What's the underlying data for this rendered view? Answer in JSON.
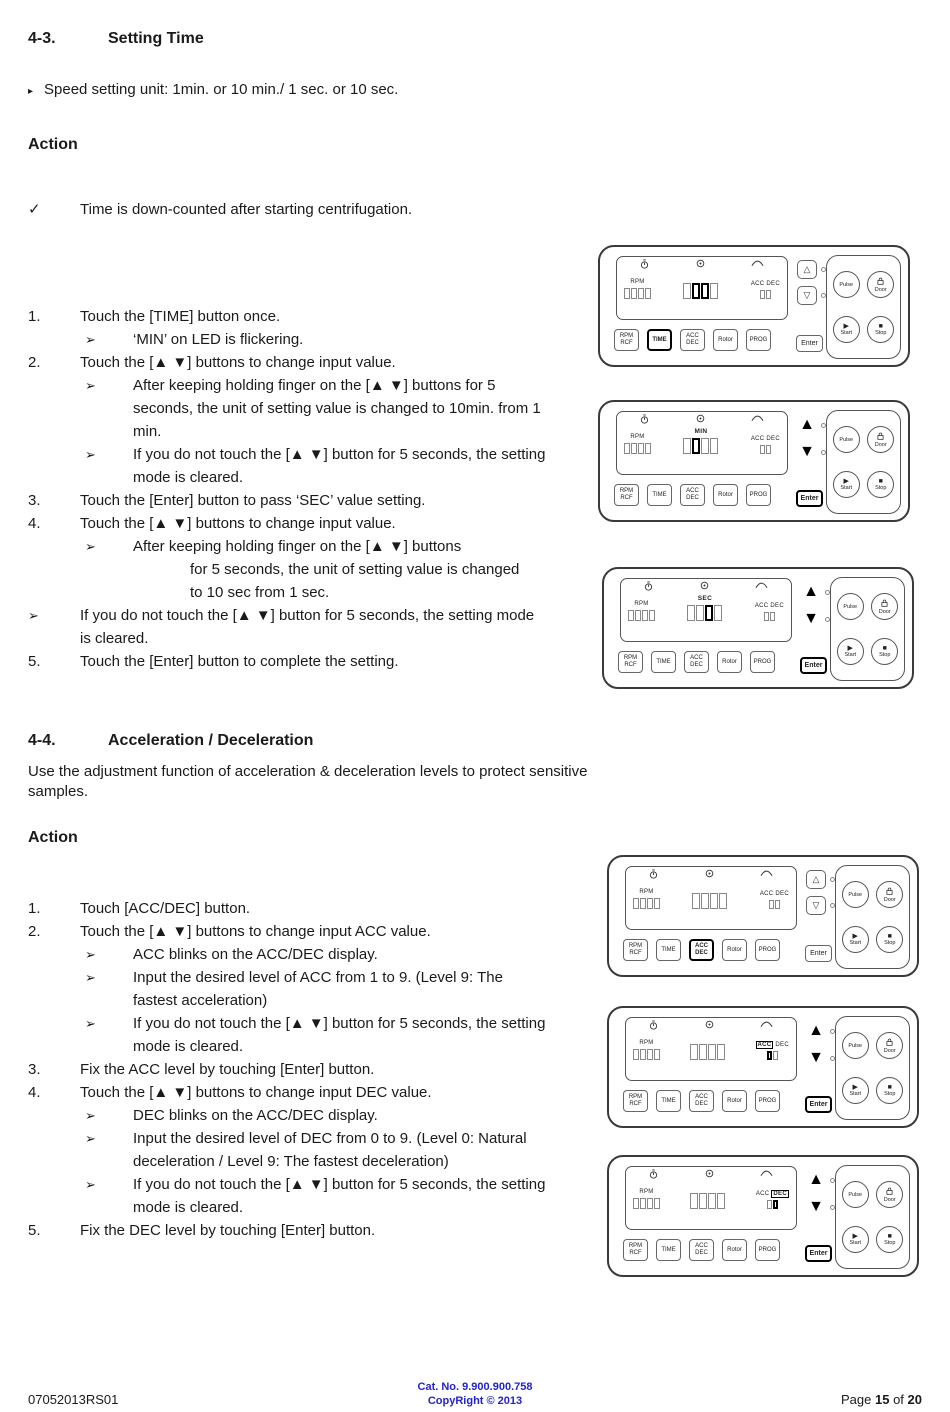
{
  "section1": {
    "number": "4-3.",
    "title": "Setting Time",
    "bullet_marker": "▸",
    "bullet": "Speed setting unit: 1min. or 10 min./ 1 sec. or 10 sec.",
    "action_label": "Action",
    "check_marker": "✓",
    "check_text": "Time is down-counted after starting centrifugation.",
    "steps": [
      {
        "marker": "1.",
        "indent": 0,
        "text": "Touch the [TIME] button once."
      },
      {
        "marker": "➢",
        "indent": 1,
        "text": "‘MIN’ on LED is flickering."
      },
      {
        "marker": "2.",
        "indent": 0,
        "text": "Touch the [▲ ▼] buttons to change input value."
      },
      {
        "marker": "➢",
        "indent": 1,
        "text": "After keeping holding finger on the [▲ ▼] buttons for 5 seconds, the unit of setting value is changed to 10min. from 1 min."
      },
      {
        "marker": "➢",
        "indent": 1,
        "text": "If you do not touch the [▲ ▼] button for 5 seconds, the setting mode is cleared."
      },
      {
        "marker": "3.",
        "indent": 0,
        "text": "Touch the [Enter] button to pass ‘SEC’ value setting."
      },
      {
        "marker": "4.",
        "indent": 0,
        "text": "Touch the [▲ ▼] buttons to change input value."
      },
      {
        "marker": "➢",
        "indent": 1,
        "text": "After keeping holding finger on the [▲ ▼] buttons"
      },
      {
        "marker": "",
        "indent": 2,
        "text": "for 5 seconds, the unit of setting value is changed"
      },
      {
        "marker": "",
        "indent": 2,
        "text": "to 10 sec from 1 sec."
      },
      {
        "marker": "➢",
        "indent": 3,
        "text": "If you do not touch the [▲ ▼] button for 5 seconds, the setting mode is cleared."
      },
      {
        "marker": "5.",
        "indent": 0,
        "text": "Touch the [Enter] button to complete the setting."
      }
    ]
  },
  "section2": {
    "number": "4-4.",
    "title": "Acceleration / Deceleration",
    "intro": "Use the adjustment function of acceleration & deceleration levels to protect sensitive samples.",
    "action_label": "Action",
    "steps": [
      {
        "marker": "1.",
        "indent": 0,
        "text": "Touch [ACC/DEC] button."
      },
      {
        "marker": "2.",
        "indent": 0,
        "text": "Touch the [▲ ▼] buttons to change input ACC value."
      },
      {
        "marker": "➢",
        "indent": 1,
        "text": "ACC blinks on the ACC/DEC display."
      },
      {
        "marker": "➢",
        "indent": 1,
        "text": "Input the desired level of ACC from 1 to 9. (Level 9: The fastest acceleration)"
      },
      {
        "marker": "➢",
        "indent": 1,
        "text": "If you do not touch the [▲ ▼] button for 5 seconds, the setting mode is cleared."
      },
      {
        "marker": "3.",
        "indent": 0,
        "text": "Fix the ACC level by touching [Enter] button."
      },
      {
        "marker": "4.",
        "indent": 0,
        "text": "Touch the [▲ ▼] buttons to change input DEC value."
      },
      {
        "marker": "➢",
        "indent": 1,
        "text": "DEC blinks on the ACC/DEC display."
      },
      {
        "marker": "➢",
        "indent": 1,
        "text": "Input the desired level of DEC from 0 to 9. (Level 0: Natural deceleration / Level 9: The fastest deceleration)"
      },
      {
        "marker": "➢",
        "indent": 1,
        "text": "If you do not touch the [▲ ▼] button for 5 seconds, the setting mode is cleared."
      },
      {
        "marker": "5.",
        "indent": 0,
        "text": "Fix the DEC level by touching [Enter] button."
      }
    ]
  },
  "panel": {
    "rpm_label": "RPM",
    "acc_label": "ACC",
    "dec_label": "DEC",
    "buttons": [
      [
        "RPM",
        "RCF"
      ],
      [
        "TIME"
      ],
      [
        "ACC",
        "DEC"
      ],
      [
        "Rotor"
      ],
      [
        "PROG"
      ]
    ],
    "enter_label": "Enter",
    "pulse_label": "Pulse",
    "door_label": "Door",
    "start_label": "Start",
    "stop_label": "Stop",
    "up_glyph_outline": "△",
    "down_glyph_outline": "▽",
    "up_glyph_filled": "▲",
    "down_glyph_filled": "▼",
    "start_glyph": "▶",
    "stop_glyph": "■"
  },
  "panels": [
    {
      "name": "panel-step-time",
      "mode_label": "",
      "accdec_hl": "",
      "hl_button": 1,
      "arrows_filled": false,
      "enter_bold": false,
      "time_bold": [
        1,
        2
      ]
    },
    {
      "name": "panel-step-min",
      "mode_label": "MIN",
      "accdec_hl": "",
      "hl_button": -1,
      "arrows_filled": true,
      "enter_bold": true,
      "time_bold": [
        1
      ]
    },
    {
      "name": "panel-step-sec",
      "mode_label": "SEC",
      "accdec_hl": "",
      "hl_button": -1,
      "arrows_filled": true,
      "enter_bold": true,
      "time_bold": [
        2
      ]
    },
    {
      "name": "panel-step-accdec",
      "mode_label": "",
      "accdec_hl": "",
      "hl_button": 2,
      "arrows_filled": false,
      "enter_bold": false,
      "time_bold": []
    },
    {
      "name": "panel-step-acc",
      "mode_label": "",
      "accdec_hl": "ACC",
      "hl_button": -1,
      "arrows_filled": true,
      "enter_bold": true,
      "time_bold": []
    },
    {
      "name": "panel-step-dec",
      "mode_label": "",
      "accdec_hl": "DEC",
      "hl_button": -1,
      "arrows_filled": true,
      "enter_bold": true,
      "time_bold": []
    }
  ],
  "footer": {
    "left": "07052013RS01",
    "cat_no": "Cat. No. 9.900.900.758",
    "copyright": "CopyRight © 2013",
    "page_word": "Page ",
    "page_num": "15",
    "of_word": " of ",
    "page_total": "20"
  }
}
